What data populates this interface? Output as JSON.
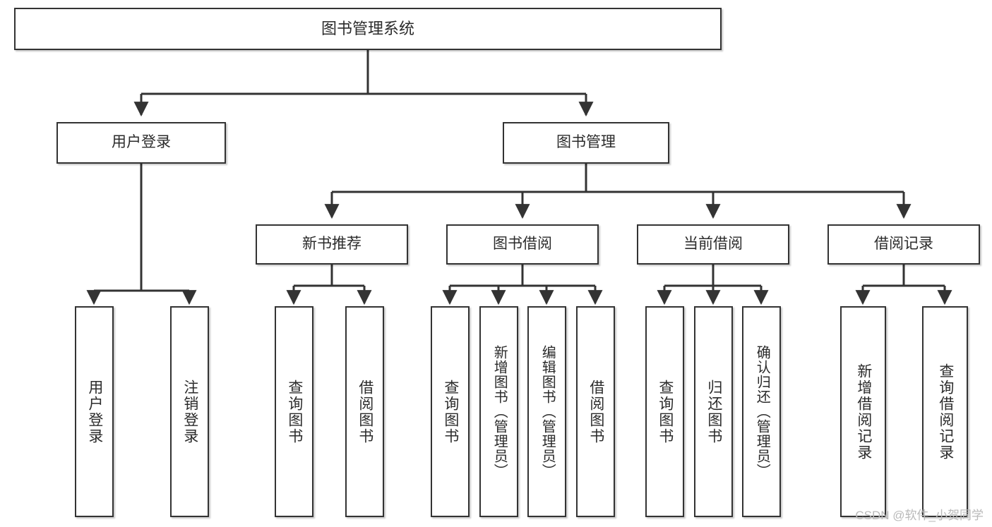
{
  "diagram": {
    "type": "tree-hierarchy",
    "title": "图书管理系统",
    "watermark": "CSDN @软件_小贺同学",
    "colors": {
      "box_border": "#333333",
      "box_fill": "#ffffff",
      "connector": "#333333",
      "text": "#2b2b2b",
      "watermark": "#b9b9b9"
    },
    "root": {
      "label": "图书管理系统"
    },
    "level1": [
      {
        "label": "用户登录"
      },
      {
        "label": "图书管理"
      }
    ],
    "level2": [
      {
        "label": "新书推荐"
      },
      {
        "label": "图书借阅"
      },
      {
        "label": "当前借阅"
      },
      {
        "label": "借阅记录"
      }
    ],
    "leaves": {
      "user_login": [
        {
          "label": "用户登录"
        },
        {
          "label": "注销登录"
        }
      ],
      "new_book_recommend": [
        {
          "label": "查询图书"
        },
        {
          "label": "借阅图书"
        }
      ],
      "book_borrow": [
        {
          "label": "查询图书"
        },
        {
          "label": "新增图书（管理员）"
        },
        {
          "label": "编辑图书（管理员）"
        },
        {
          "label": "借阅图书"
        }
      ],
      "current_borrow": [
        {
          "label": "查询图书"
        },
        {
          "label": "归还图书"
        },
        {
          "label": "确认归还（管理员）"
        }
      ],
      "borrow_record": [
        {
          "label": "新增借阅记录"
        },
        {
          "label": "查询借阅记录"
        }
      ]
    }
  }
}
